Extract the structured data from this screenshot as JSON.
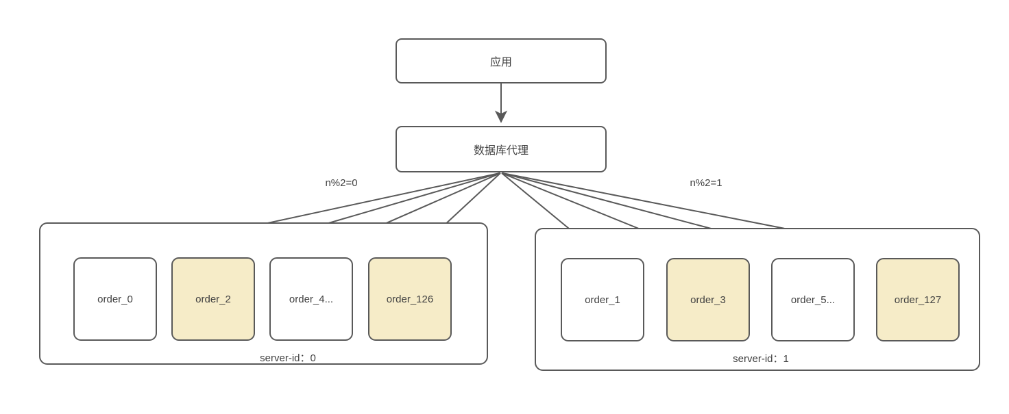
{
  "nodes": {
    "app": {
      "label": "应用"
    },
    "proxy": {
      "label": "数据库代理"
    }
  },
  "routes": {
    "left_label": "n%2=0",
    "right_label": "n%2=1"
  },
  "servers": [
    {
      "label": "server-id：0",
      "shards": [
        {
          "name": "order_0",
          "highlighted": false
        },
        {
          "name": "order_2",
          "highlighted": true
        },
        {
          "name": "order_4...",
          "highlighted": false
        },
        {
          "name": "order_126",
          "highlighted": true
        }
      ]
    },
    {
      "label": "server-id：1",
      "shards": [
        {
          "name": "order_1",
          "highlighted": false
        },
        {
          "name": "order_3",
          "highlighted": true
        },
        {
          "name": "order_5...",
          "highlighted": false
        },
        {
          "name": "order_127",
          "highlighted": true
        }
      ]
    }
  ],
  "colors": {
    "highlight_fill": "#F6ECC8",
    "box_border": "#595959",
    "arrow": "#595959",
    "text": "#404040",
    "background": "#FFFFFF"
  }
}
